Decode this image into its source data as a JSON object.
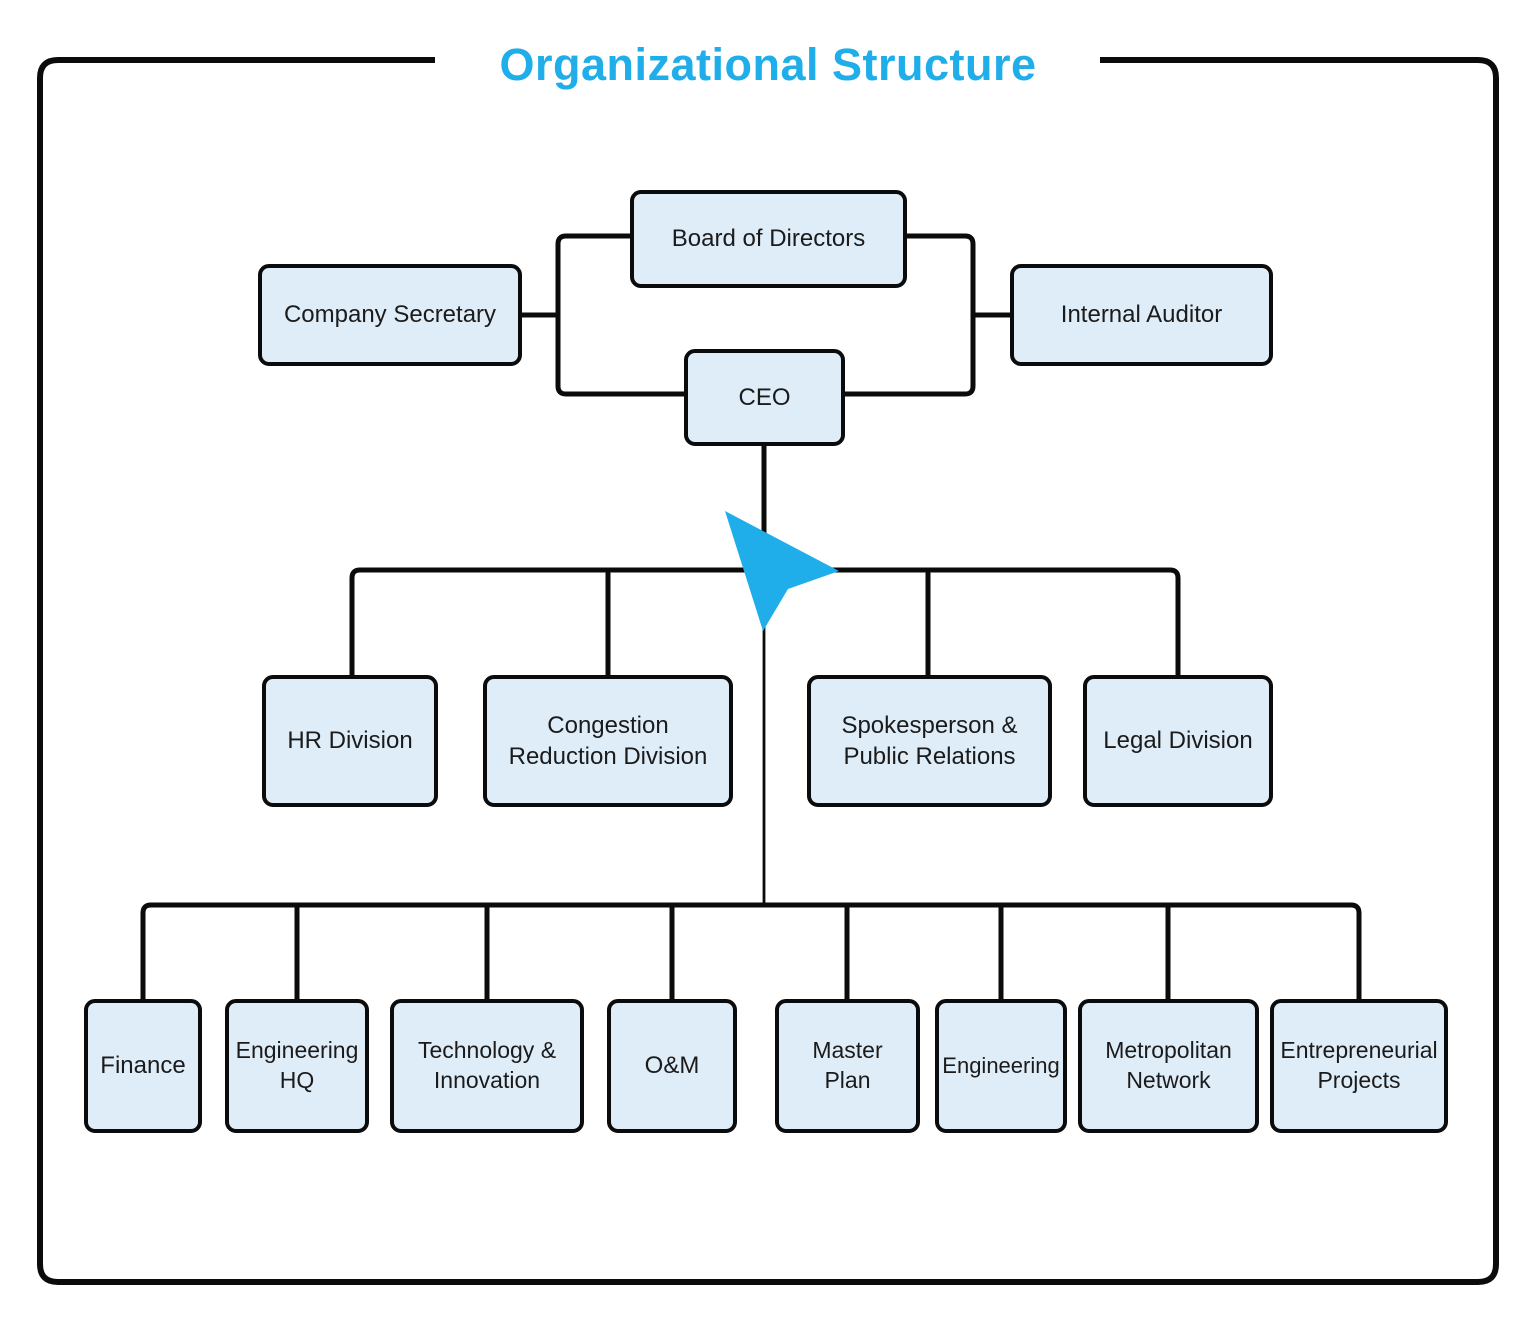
{
  "title": {
    "text": "Organizational Structure",
    "color": "#1FAEE9"
  },
  "org": {
    "board": "Board of Directors",
    "company_secretary": "Company Secretary",
    "internal_auditor": "Internal Auditor",
    "ceo": "CEO",
    "divisions": [
      "HR Division",
      "Congestion Reduction Division",
      "Spokesperson & Public Relations",
      "Legal Division"
    ],
    "departments": [
      "Finance",
      "Engineering HQ",
      "Technology & Innovation",
      "O&M",
      "Master Plan",
      "Engineering",
      "Metropolitan Network",
      "Entrepreneurial Projects"
    ]
  },
  "icons": {
    "pointer_arrow": "cursor-style pointer overlapping CEO trunk line"
  },
  "colors": {
    "accent": "#1FAEE9",
    "node_fill": "#DFEDF8",
    "node_border": "#0b0b0b",
    "connector": "#0b0b0b",
    "text": "#1b1b1b",
    "background": "#ffffff"
  }
}
